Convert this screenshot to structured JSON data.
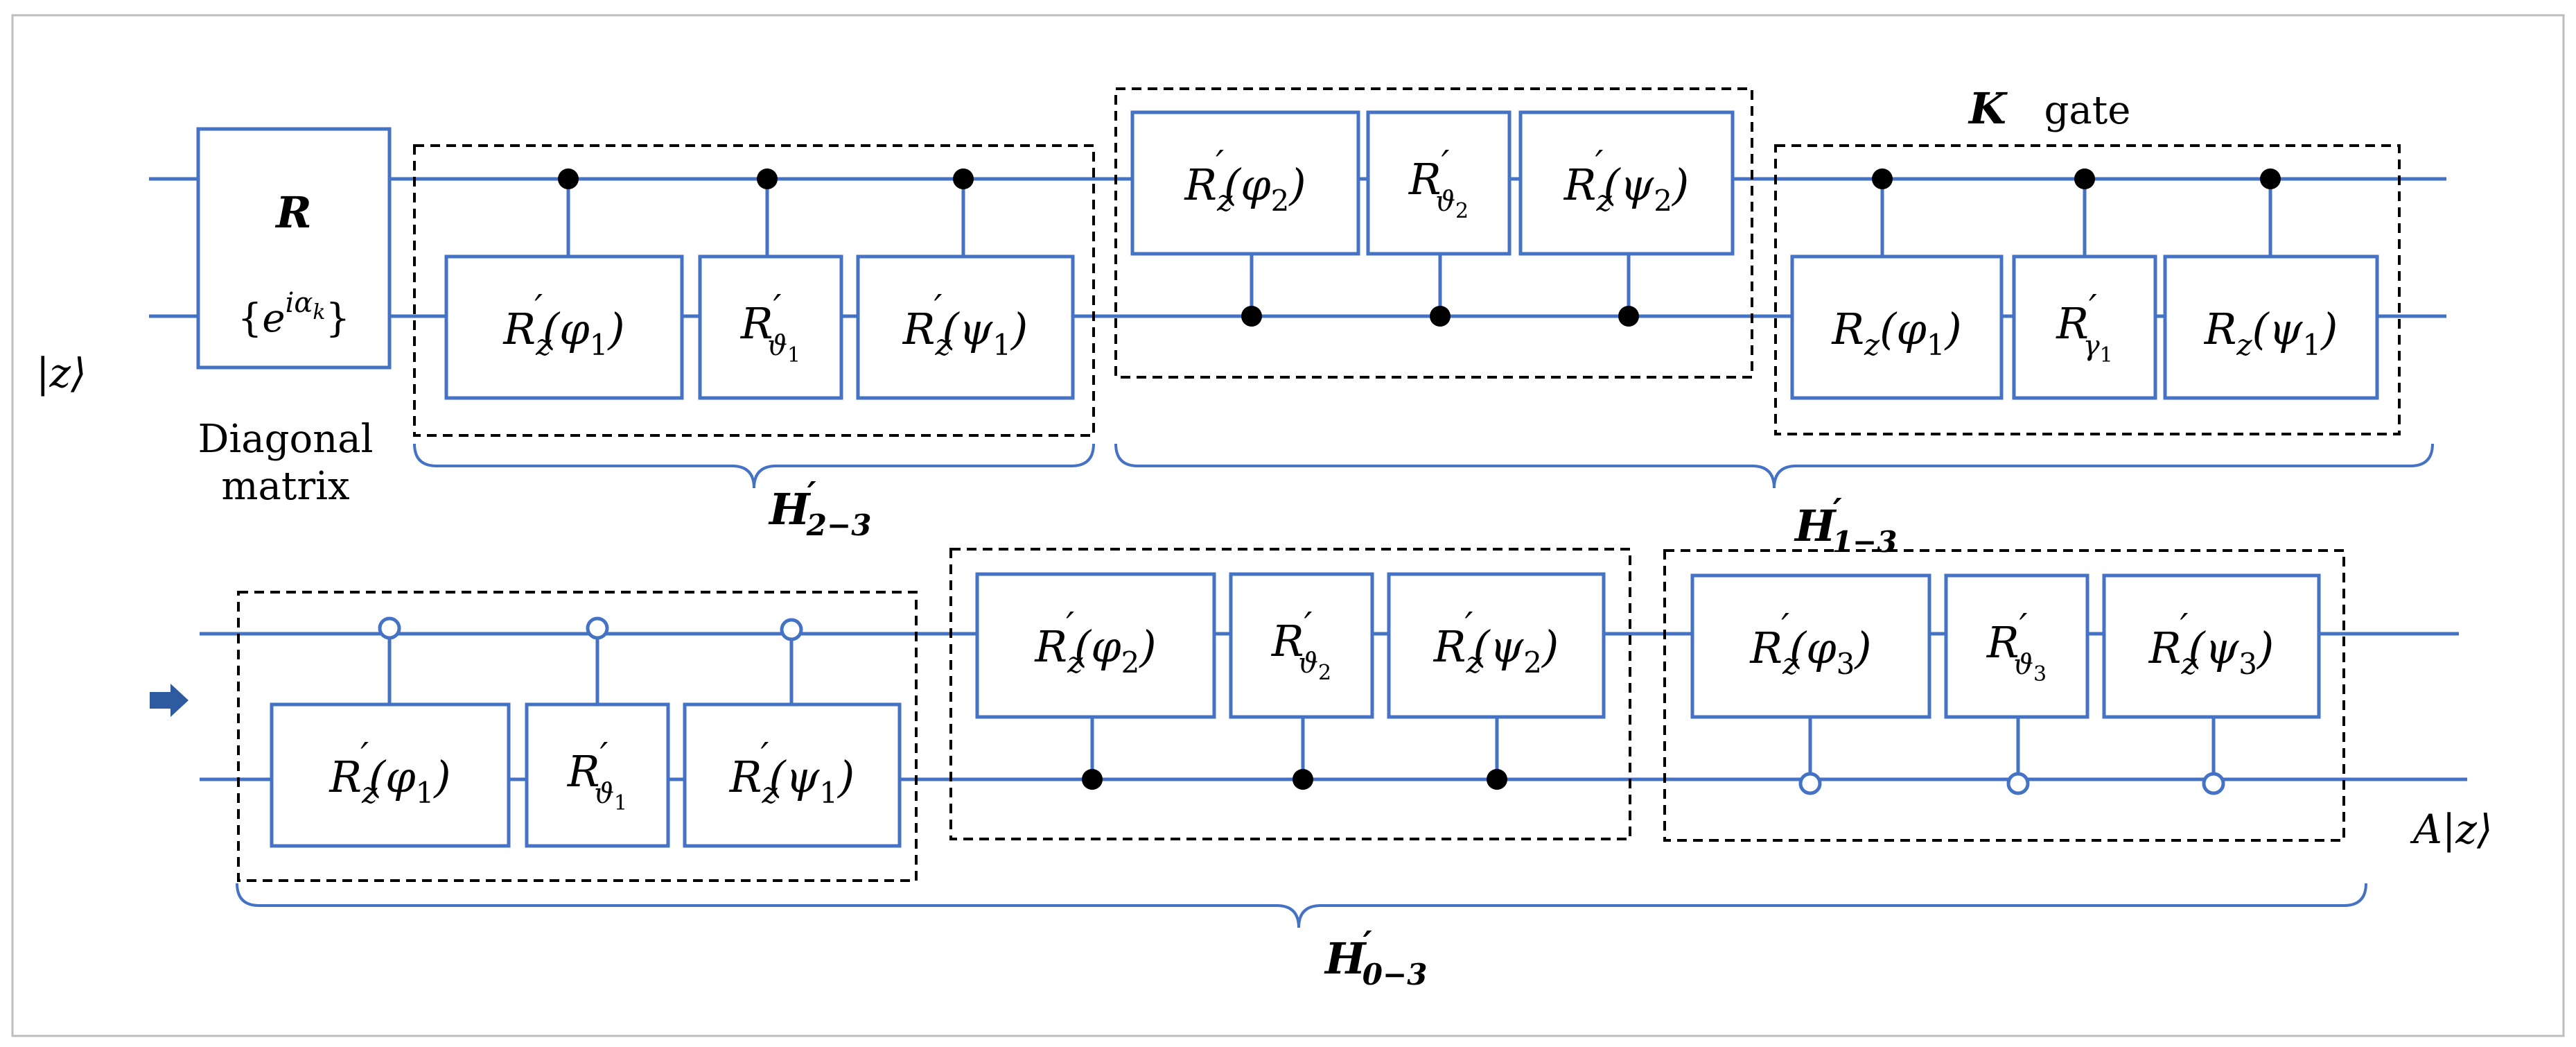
{
  "colors": {
    "wire": "#4472c4",
    "text": "#000000",
    "dashed_box": "#000000",
    "arrow": "#2e5aa0"
  },
  "input_state": "|z⟩",
  "output_state": "A|z⟩",
  "continuation_arrow": "arrow-right-icon",
  "r_block": {
    "title": "R",
    "content": "{e^{iα_k}}",
    "caption_line1": "Diagonal",
    "caption_line2": "matrix"
  },
  "k_gate": {
    "bold": "K",
    "text": "gate"
  },
  "row1_groups": [
    {
      "name": "H′₂₋₃ first stage",
      "control": "filled",
      "control_wire": "top",
      "gates": [
        "R′z(φ1)",
        "R′ϑ1",
        "R′z(ψ1)"
      ]
    },
    {
      "name": "middle stage",
      "control": "filled",
      "control_wire": "bottom",
      "gates": [
        "R′z(φ2)",
        "R′ϑ2",
        "R′z(ψ2)"
      ]
    },
    {
      "name": "K gate stage",
      "control": "filled",
      "control_wire": "top",
      "gates": [
        "Rz(φ1)",
        "R′γ1",
        "Rz(ψ1)"
      ]
    }
  ],
  "row2_groups": [
    {
      "name": "open-control stage",
      "control": "open",
      "control_wire": "top",
      "gates": [
        "R′z(φ1)",
        "R′ϑ1",
        "R′z(ψ1)"
      ]
    },
    {
      "name": "filled-control stage",
      "control": "filled",
      "control_wire": "bottom",
      "gates": [
        "R′z(φ2)",
        "R′ϑ2",
        "R′z(ψ2)"
      ]
    },
    {
      "name": "open-control final stage",
      "control": "open",
      "control_wire": "bottom",
      "gates": [
        "R′z(φ3)",
        "R′ϑ3",
        "R′z(ψ3)"
      ]
    }
  ],
  "braces": {
    "h23": "H′₂₋₃",
    "h13": "H′₁₋₃",
    "h03": "H′₀₋₃"
  }
}
